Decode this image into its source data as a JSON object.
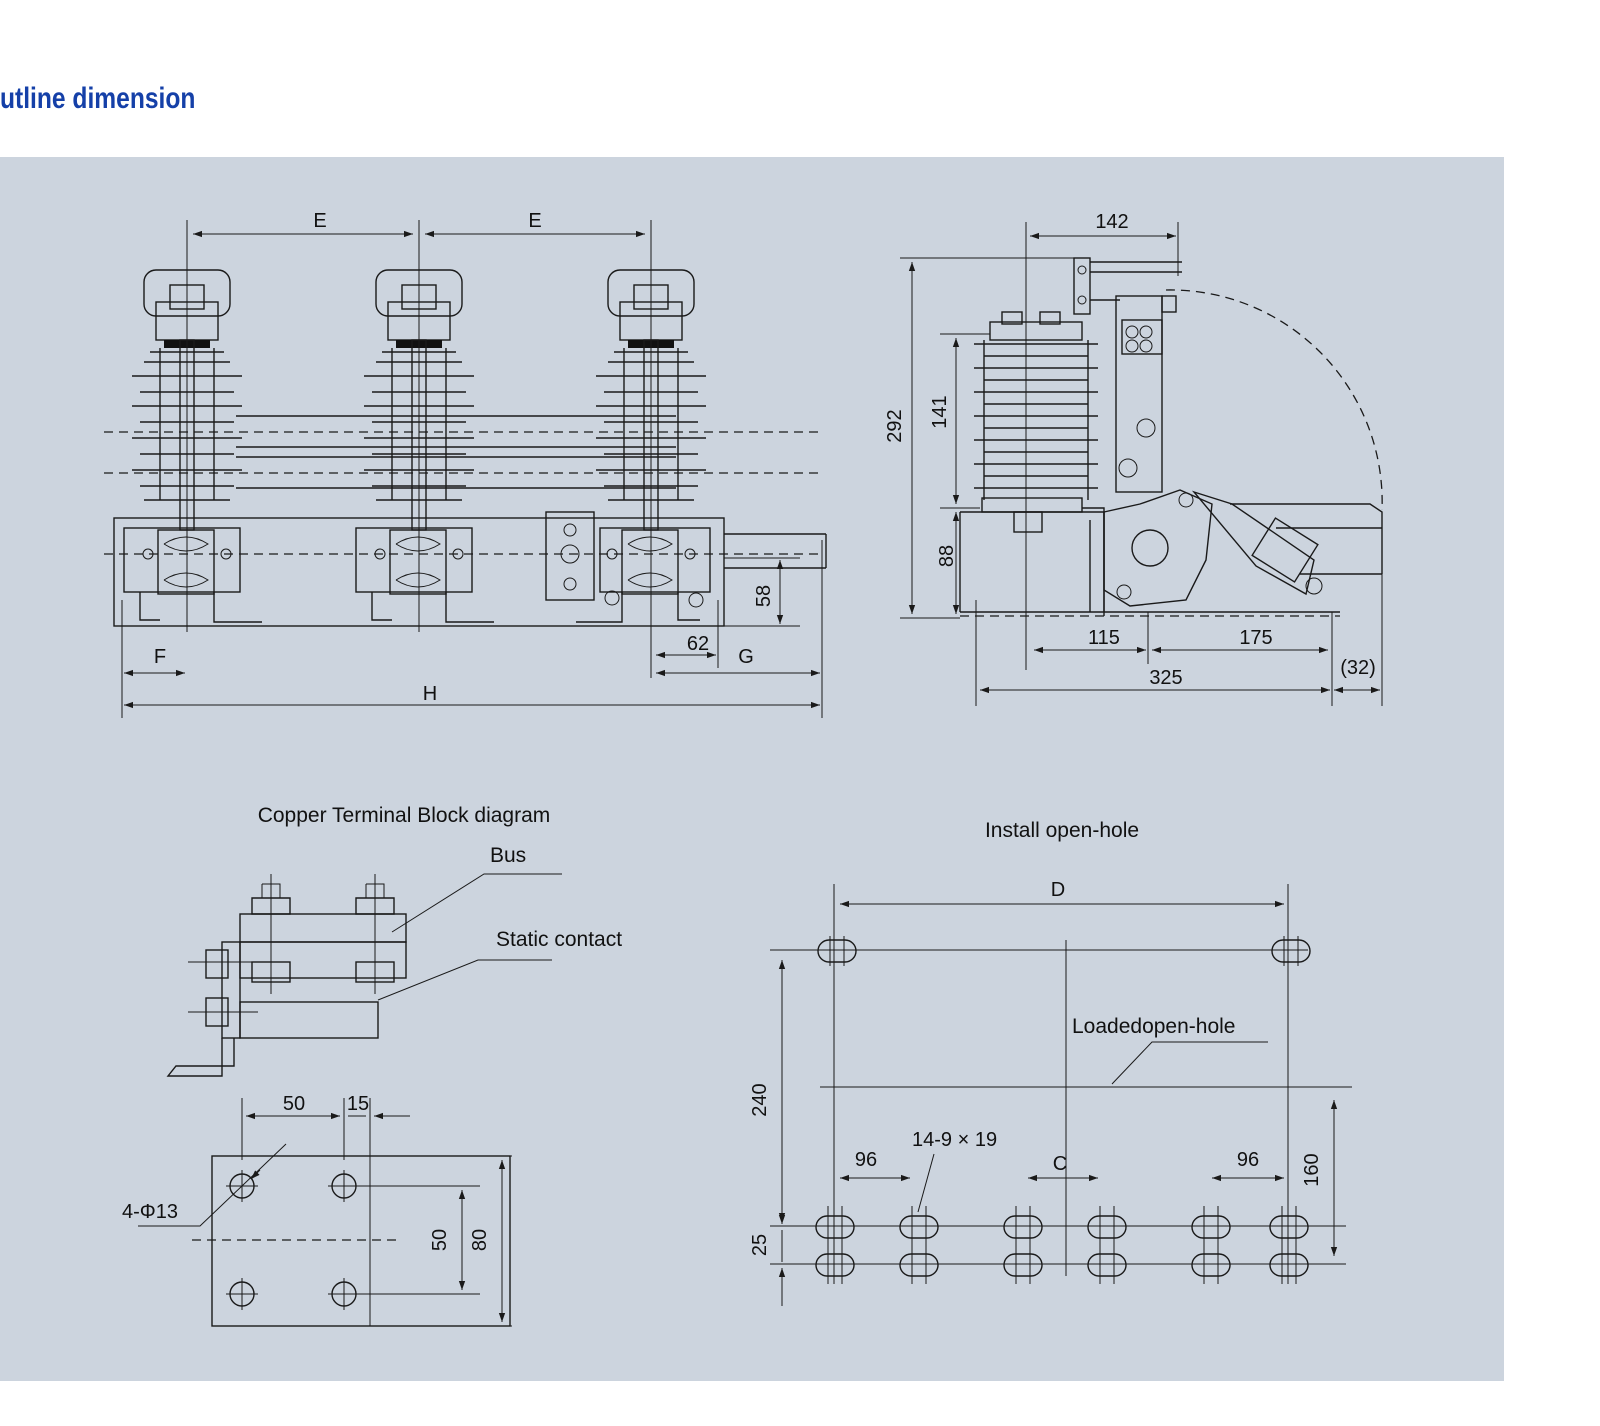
{
  "heading": "utline dimension",
  "front_view": {
    "labels": {
      "e1": "E",
      "e2": "E",
      "f": "F",
      "h": "H",
      "g": "G",
      "d62": "62",
      "d58": "58"
    }
  },
  "side_view": {
    "labels": {
      "d142": "142",
      "d292": "292",
      "d141": "141",
      "d88": "88",
      "d115": "115",
      "d175": "175",
      "d325": "325",
      "d32": "(32)"
    }
  },
  "terminal_block": {
    "title": "Copper Terminal Block diagram",
    "bus_label": "Bus",
    "static_contact_label": "Static contact",
    "hole_label": "4-Φ13",
    "labels": {
      "d50a": "50",
      "d15": "15",
      "d50b": "50",
      "d80": "80"
    }
  },
  "install_hole": {
    "title": "Install open-hole",
    "loaded_label": "Loadedopen-hole",
    "slot_label": "14-9 × 19",
    "labels": {
      "d": "D",
      "d240": "240",
      "d96a": "96",
      "c": "C",
      "d96b": "96",
      "d160": "160",
      "d25": "25"
    }
  },
  "colors": {
    "background": "#ccd4de",
    "heading": "#1540a8",
    "line": "#1a1a1a"
  }
}
